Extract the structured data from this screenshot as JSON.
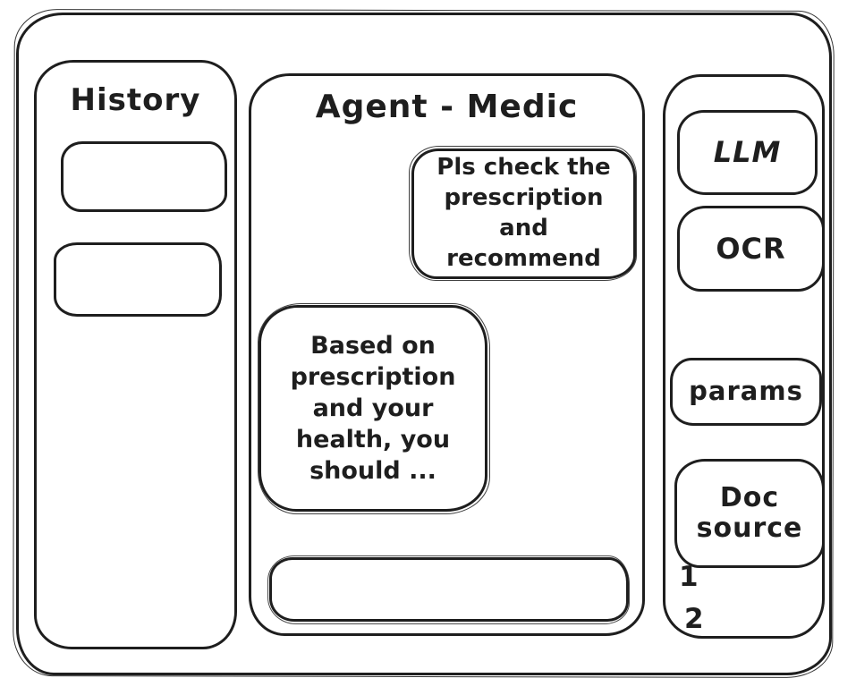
{
  "colors": {
    "ink": "#1e1e1e",
    "background": "#ffffff"
  },
  "history": {
    "title": "History",
    "items": [
      "",
      ""
    ]
  },
  "chat": {
    "title": "Agent - Medic",
    "messages": [
      {
        "role": "user",
        "text": "Pls check the prescription and recommend"
      },
      {
        "role": "assistant",
        "text": "Based on prescription and your health, you should ..."
      }
    ],
    "composer": {
      "value": ""
    }
  },
  "tools": {
    "buttons": [
      {
        "id": "llm",
        "label": "LLM"
      },
      {
        "id": "ocr",
        "label": "OCR"
      },
      {
        "id": "params",
        "label": "params"
      },
      {
        "id": "doc-source",
        "label": "Doc source"
      }
    ],
    "doc_list": [
      "1",
      "2"
    ]
  }
}
